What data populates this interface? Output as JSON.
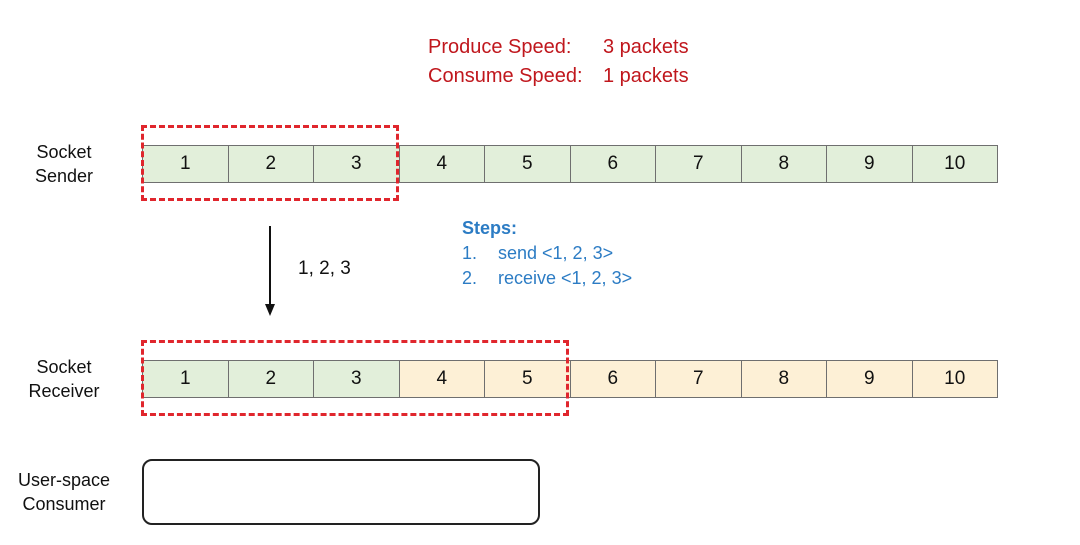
{
  "speeds": {
    "produce_label": "Produce Speed:",
    "produce_value": "3 packets",
    "consume_label": "Consume Speed:",
    "consume_value": "1 packets"
  },
  "sender": {
    "label_line1": "Socket",
    "label_line2": "Sender",
    "packets": [
      "1",
      "2",
      "3",
      "4",
      "5",
      "6",
      "7",
      "8",
      "9",
      "10"
    ]
  },
  "transfer": {
    "label": "1, 2, 3"
  },
  "steps": {
    "title": "Steps:",
    "items": [
      {
        "num": "1.",
        "text": "send <1, 2, 3>"
      },
      {
        "num": "2.",
        "text": "receive <1, 2, 3>"
      }
    ]
  },
  "receiver": {
    "label_line1": "Socket",
    "label_line2": "Receiver",
    "packets": [
      "1",
      "2",
      "3",
      "4",
      "5",
      "6",
      "7",
      "8",
      "9",
      "10"
    ]
  },
  "consumer": {
    "label_line1": "User-space",
    "label_line2": "Consumer"
  },
  "colors": {
    "received_done": "#e2efda",
    "received_buffered": "#fdf0d6",
    "window_border": "#e0262d",
    "speed_text": "#c0171d",
    "steps_text": "#2c7cc4"
  }
}
